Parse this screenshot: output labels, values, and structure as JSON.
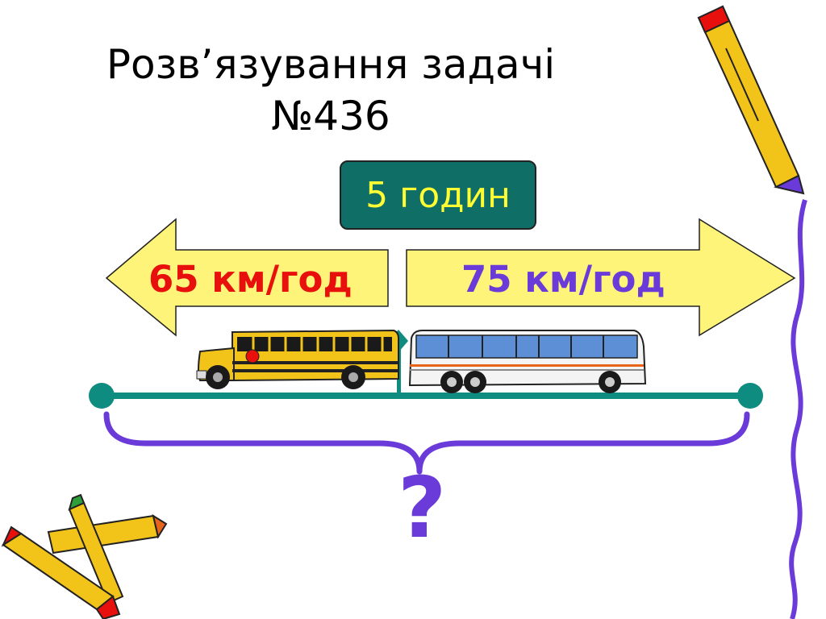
{
  "slide": {
    "title_line1": "Розв’язування задачі",
    "title_line2": "№436",
    "time_label": "5 годин",
    "left_speed": "65 км/год",
    "right_speed": "75 км/год",
    "question": "?"
  },
  "colors": {
    "arrow_fill": "#fff47a",
    "time_box": "#0f6f66",
    "time_text": "#ffff33",
    "left_speed_text": "#e8100c",
    "right_speed_text": "#6a3bd8",
    "segment": "#0f8c80",
    "brace": "#6a3bd8",
    "school_bus": "#f2c41a"
  },
  "icons": [
    "left-arrow-icon",
    "right-arrow-icon",
    "school-bus-icon",
    "coach-bus-icon",
    "pencil-icon",
    "crayon-icon"
  ]
}
